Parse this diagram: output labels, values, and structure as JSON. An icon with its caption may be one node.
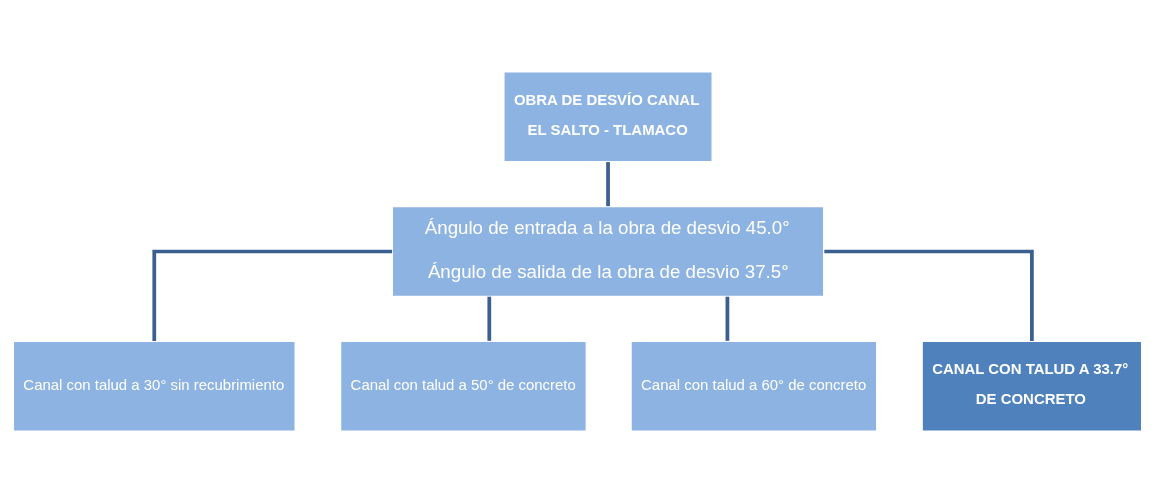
{
  "diagram": {
    "nodes": [
      {
        "text": [
          "OBRA DE DESVÍO CANAL",
          "EL SALTO - TLAMACO"
        ]
      },
      {
        "text": [
          "Ángulo de entrada a la obra de desvio 45.0°",
          "Ángulo de salida de la obra de desvio 37.5°"
        ]
      },
      {
        "text": [
          "Canal con talud a 30° sin recubrimiento"
        ]
      },
      {
        "text": [
          "Canal con talud a 50° de concreto"
        ]
      },
      {
        "text": [
          "Canal con talud a 60° de concreto"
        ]
      },
      {
        "text": [
          "CANAL CON TALUD A 33.7°",
          "DE CONCRETO"
        ]
      }
    ],
    "edges": [
      {
        "from": 0,
        "to": 1,
        "arrow": "none"
      },
      {
        "from": 1,
        "to": 2,
        "arrow": "none"
      },
      {
        "from": 1,
        "to": 3,
        "arrow": "none"
      },
      {
        "from": 1,
        "to": 4,
        "arrow": "none"
      },
      {
        "from": 1,
        "to": 5,
        "arrow": "none"
      }
    ]
  }
}
